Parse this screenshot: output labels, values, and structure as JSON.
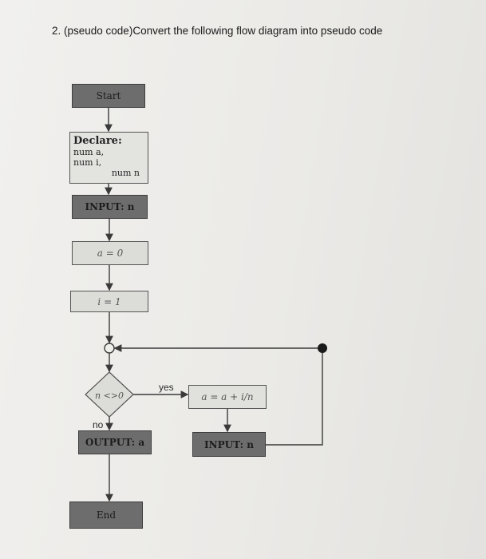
{
  "question": "2. (pseudo code)Convert the following flow diagram into pseudo code",
  "nodes": {
    "start": "Start",
    "declare_title": "Declare:",
    "declare_lines": [
      "num a,",
      "num i,",
      "num n"
    ],
    "input_n": "INPUT: n",
    "assign_a": "a = 0",
    "assign_i": "i = 1",
    "decision": "n <>0",
    "update_a": "a = a + i/n",
    "output_a": "OUTPUT: a",
    "input_n_loop": "INPUT: n",
    "end": "End"
  },
  "labels": {
    "yes": "yes",
    "no": "no"
  },
  "colors": {
    "dark_box": "#6d6d6d",
    "light_box": "#dcdcd9",
    "line": "#3a3a3a"
  }
}
